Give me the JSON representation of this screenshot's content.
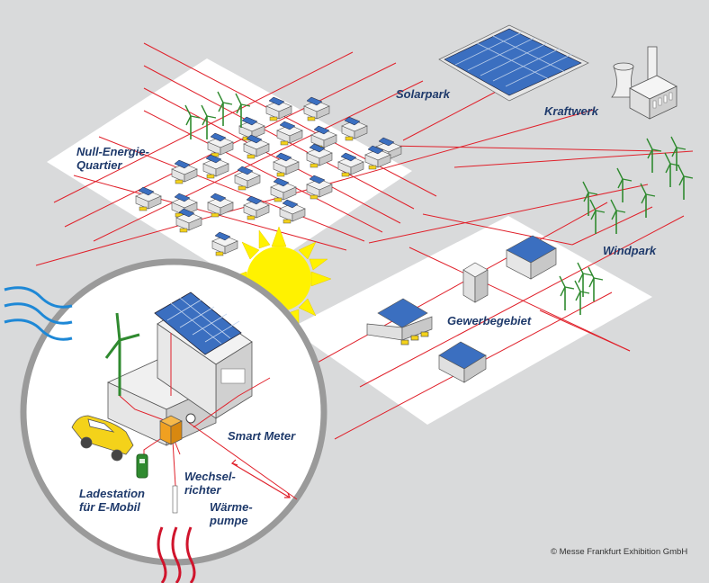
{
  "labels": {
    "solarpark": "Solarpark",
    "kraftwerk": "Kraftwerk",
    "quartier": "Null-Energie-\nQuartier",
    "windpark": "Windpark",
    "gewerbegebiet": "Gewerbegebiet",
    "smart_meter": "Smart Meter",
    "wechselrichter": "Wechsel-\nrichter",
    "ladestation": "Ladestation\nfür E-Mobil",
    "waermepumpe": "Wärme-\npumpe"
  },
  "copyright": "© Messe Frankfurt Exhibition GmbH",
  "colors": {
    "background": "#d9dadb",
    "platform": "#ffffff",
    "grid_line": "#e0202a",
    "label": "#1f3a6b",
    "sun": "#fff200",
    "car": "#f4d21a",
    "solar_panel": "#3b6fc0",
    "turbine": "#2f8a2f",
    "water_waves": "#1e88d6",
    "heat_waves": "#d0142c"
  }
}
